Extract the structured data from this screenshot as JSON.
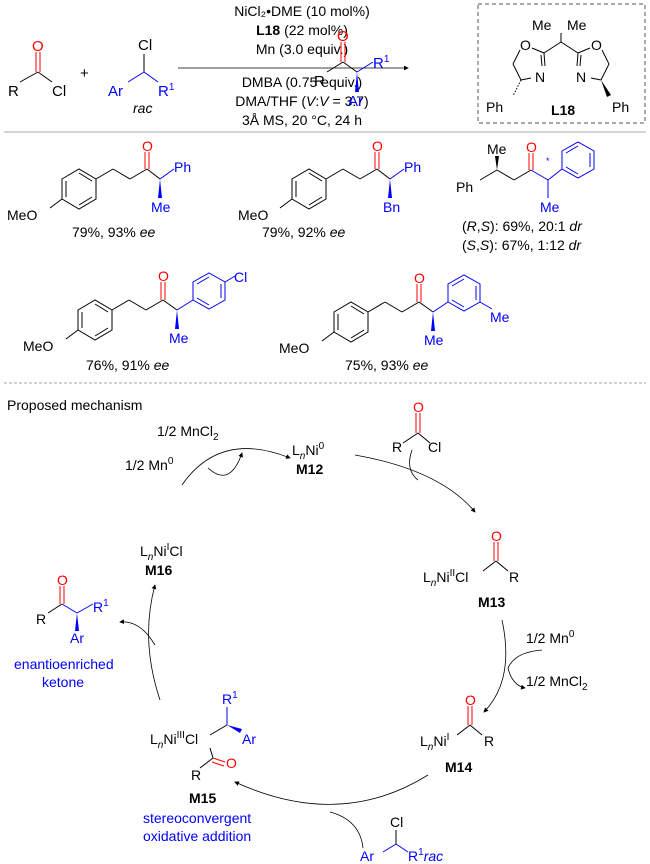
{
  "scheme": {
    "reactant1": {
      "R": "R",
      "O": "O",
      "Cl": "Cl"
    },
    "plus": "+",
    "reactant2": {
      "Cl": "Cl",
      "Ar": "Ar",
      "R": "R",
      "sup": "1",
      "label": "rac"
    },
    "conditions_above": [
      "NiCl₂•DME (10 mol%)",
      "L18",
      " (22 mol%)",
      "Mn (3.0 equiv.)"
    ],
    "conditions_below": [
      "DMBA (0.75 equiv.)",
      "DMA/THF (",
      "V",
      ":",
      "V",
      " = 3:7)",
      "3Å MS, 20 °C, 24 h"
    ],
    "product": {
      "R": "R",
      "O": "O",
      "R1": "R",
      "sup": "1",
      "Ar": "Ar"
    },
    "ligand": {
      "name": "L18",
      "Me1": "Me",
      "Me2": "Me",
      "O": "O",
      "N": "N",
      "Ph": "Ph"
    }
  },
  "scope": [
    {
      "yield": "79%, 93% ",
      "ee": "ee",
      "substituent": "Me",
      "aryl": "Ph",
      "MeO": "MeO",
      "O": "O"
    },
    {
      "yield": "79%, 92% ",
      "ee": "ee",
      "substituent": "Bn",
      "aryl": "Ph",
      "MeO": "MeO",
      "O": "O"
    },
    {
      "line1": [
        "(",
        "R",
        ",",
        "S",
        "): 69%, 20:1 ",
        "dr"
      ],
      "line2": [
        "(",
        "S",
        ",",
        "S",
        "): 67%, 1:12 ",
        "dr"
      ],
      "Me_top": "Me",
      "Me_bottom": "Me",
      "Ph": "Ph",
      "O": "O",
      "star": "*"
    },
    {
      "yield": "76%, 91% ",
      "ee": "ee",
      "substituent": "Me",
      "aryl_sub": "Cl",
      "MeO": "MeO",
      "O": "O"
    },
    {
      "yield": "75%, 93% ",
      "ee": "ee",
      "substituent": "Me",
      "aryl_sub": "Me",
      "MeO": "MeO",
      "O": "O"
    }
  ],
  "mechanism": {
    "title": "Proposed mechanism",
    "M12": {
      "label": "M12",
      "formula": "L",
      "sub": "n",
      "ni": "Ni",
      "ox": "0"
    },
    "M13": {
      "label": "M13",
      "formula": "L",
      "sub": "n",
      "ni": "Ni",
      "ox": "II",
      "cl": "Cl",
      "R": "R",
      "O": "O"
    },
    "M14": {
      "label": "M14",
      "formula": "L",
      "sub": "n",
      "ni": "Ni",
      "ox": "I",
      "R": "R",
      "O": "O"
    },
    "M15": {
      "label": "M15",
      "formula": "L",
      "sub": "n",
      "ni": "Ni",
      "ox": "III",
      "cl": "Cl",
      "R": "R",
      "O": "O",
      "R1": "R",
      "sup": "1",
      "Ar": "Ar"
    },
    "M16": {
      "label": "M16",
      "formula": "L",
      "sub": "n",
      "ni": "Ni",
      "ox": "I",
      "cl": "Cl"
    },
    "mn_left_in": {
      "text": "1/2 Mn",
      "sup": "0"
    },
    "mn_left_out": {
      "text": "1/2 MnCl",
      "sub": "2"
    },
    "mn_right_in": {
      "text": "1/2 Mn",
      "sup": "0"
    },
    "mn_right_out": {
      "text": "1/2 MnCl",
      "sub": "2"
    },
    "acyl_chloride": {
      "R": "R",
      "O": "O",
      "Cl": "Cl"
    },
    "benzyl_chloride": {
      "Cl": "Cl",
      "Ar": "Ar",
      "R": "R",
      "sup": "1",
      "label": "rac"
    },
    "product": {
      "R": "R",
      "O": "O",
      "R1": "R",
      "sup": "1",
      "Ar": "Ar",
      "caption1": "enantioenriched",
      "caption2": "ketone"
    },
    "step_caption1": "stereoconvergent",
    "step_caption2": "oxidative addition"
  },
  "colors": {
    "oxygen": "#ff0000",
    "substrate": "#0000ff",
    "divider": "#aaaaaa"
  }
}
